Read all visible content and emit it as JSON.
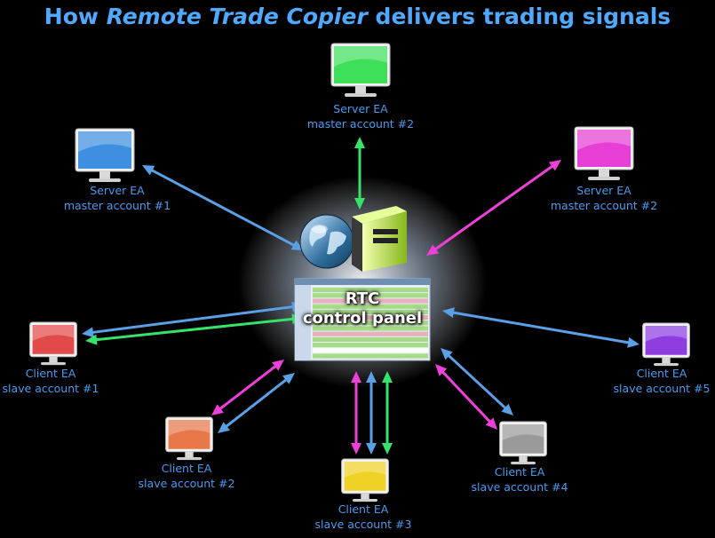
{
  "title": {
    "pre": "How ",
    "em": "Remote Trade Copier",
    "post": " delivers trading signals"
  },
  "hub": {
    "line1": "RTC",
    "line2": "control panel"
  },
  "nodes": [
    {
      "id": "server-left",
      "line1": "Server EA",
      "line2": "master account #1",
      "color": "#3f8fe0"
    },
    {
      "id": "server-top",
      "line1": "Server EA",
      "line2": "master account #2",
      "color": "#3ee05a"
    },
    {
      "id": "server-right",
      "line1": "Server EA",
      "line2": "master account #2",
      "color": "#e53fd6"
    },
    {
      "id": "client-1",
      "line1": "Client EA",
      "line2": "slave account #1",
      "color": "#e24a4a"
    },
    {
      "id": "client-2",
      "line1": "Client EA",
      "line2": "slave account #2",
      "color": "#e8784a"
    },
    {
      "id": "client-3",
      "line1": "Client EA",
      "line2": "slave account #3",
      "color": "#f0d226"
    },
    {
      "id": "client-4",
      "line1": "Client EA",
      "line2": "slave account #4",
      "color": "#9a9a9a"
    },
    {
      "id": "client-5",
      "line1": "Client EA",
      "line2": "slave account #5",
      "color": "#8e3ee0"
    }
  ],
  "arrow_colors": {
    "blue": "#5aa0e6",
    "green": "#37e26a",
    "magenta": "#ee40d8"
  }
}
